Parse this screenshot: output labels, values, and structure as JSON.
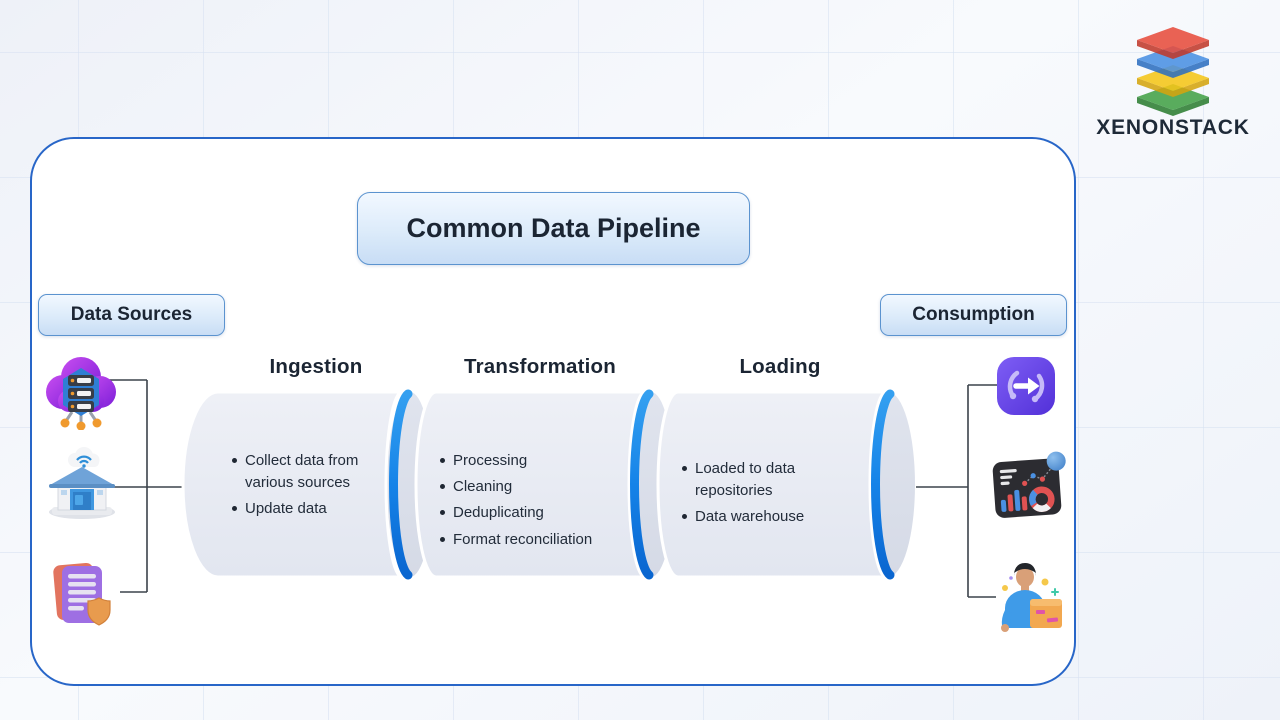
{
  "brand": {
    "name": "XENONSTACK"
  },
  "diagram": {
    "title": "Common Data Pipeline",
    "source_label": "Data Sources",
    "consumption_label": "Consumption",
    "stages": [
      {
        "label": "Ingestion",
        "bullets": [
          "Collect data from various sources",
          "Update data"
        ]
      },
      {
        "label": "Transformation",
        "bullets": [
          "Processing",
          "Cleaning",
          "Deduplicating",
          "Format reconciliation"
        ]
      },
      {
        "label": "Loading",
        "bullets": [
          "Loaded to data repositories",
          "Data warehouse"
        ]
      }
    ],
    "source_icons": [
      "cloud-server",
      "smart-warehouse",
      "secure-document"
    ],
    "consumption_icons": [
      "data-sync-arrow",
      "analytics-dashboard",
      "person-with-package"
    ]
  },
  "colors": {
    "accent_blue": "#1176e0",
    "card_border": "#2866c8",
    "pipe_body": "#e7eaf2",
    "pipe_cap": "#dde1ec",
    "label_box_border": "#5b93cf",
    "text_dark": "#1b2533",
    "logo_layers": [
      "#e74c3c",
      "#4a90e2",
      "#f5c518",
      "#43a047"
    ]
  }
}
